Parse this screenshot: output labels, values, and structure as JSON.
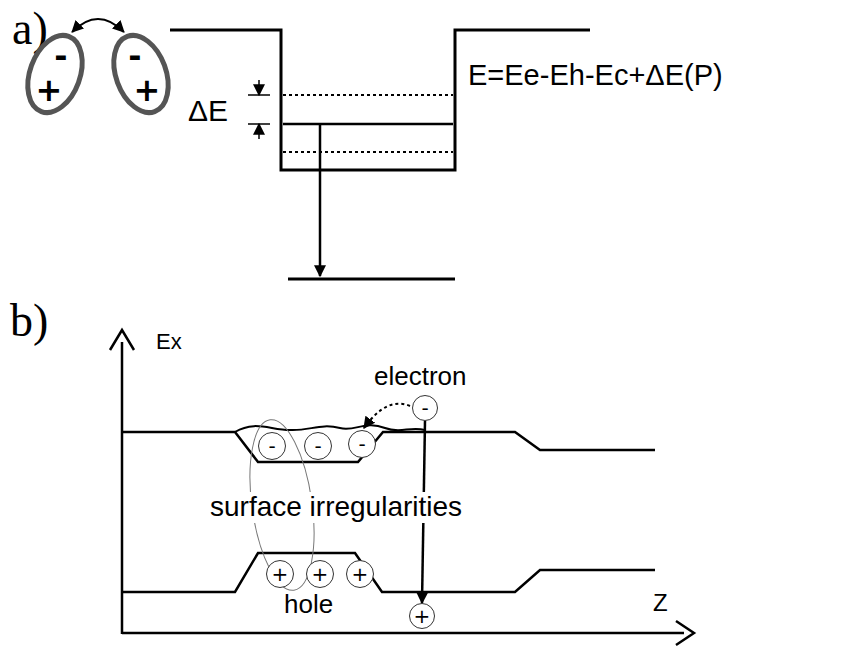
{
  "diagram": {
    "nodes": [
      {
        "text": [
          "-",
          "+"
        ]
      },
      {
        "text": [
          "-",
          "+"
        ]
      },
      {
        "text": [
          "-"
        ]
      },
      {
        "text": [
          "-"
        ]
      },
      {
        "text": [
          "-"
        ]
      },
      {
        "text": [
          "-"
        ]
      },
      {
        "text": [
          "+"
        ]
      },
      {
        "text": [
          "+"
        ]
      },
      {
        "text": [
          "+"
        ]
      },
      {
        "text": [
          "+"
        ]
      }
    ],
    "edges": [
      {
        "from": 0,
        "to": 1,
        "arrow": "both"
      },
      {
        "from": 5,
        "to": 4,
        "arrow": "to"
      },
      {
        "from": 5,
        "to": 9,
        "arrow": "to"
      }
    ],
    "labels": [
      "a)",
      "ΔE",
      "E=Ee-Eh-Ec+ΔE(P)",
      "b)",
      "Ex",
      "Z",
      "electron",
      "surface irregularities",
      "hole"
    ]
  }
}
